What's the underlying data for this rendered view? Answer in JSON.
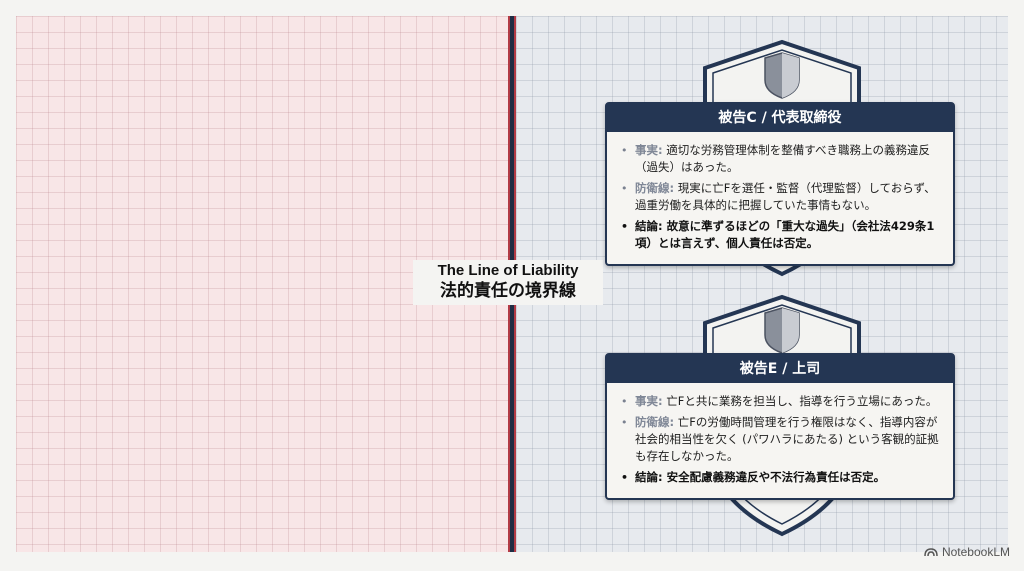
{
  "center_label": {
    "en": "The Line of Liability",
    "ja": "法的責任の境界線"
  },
  "cards": [
    {
      "title": "被告C / 代表取締役",
      "items": [
        {
          "label": "事実:",
          "text": "適切な労務管理体制を整備すべき職務上の義務違反（過失）はあった。"
        },
        {
          "label": "防衛線:",
          "text": "現実に亡Fを選任・監督（代理監督）しておらず、過重労働を具体的に把握していた事情もない。"
        },
        {
          "label": "結論:",
          "text": "故意に準ずるほどの「重大な過失」（会社法429条1項）とは言えず、個人責任は否定。"
        }
      ]
    },
    {
      "title": "被告E / 上司",
      "items": [
        {
          "label": "事実:",
          "text": "亡Fと共に業務を担当し、指導を行う立場にあった。"
        },
        {
          "label": "防衛線:",
          "text": "亡Fの労働時間管理を行う権限はなく、指導内容が社会的相当性を欠く (パワハラにあたる) という客観的証拠も存在しなかった。"
        },
        {
          "label": "結論:",
          "text": "安全配慮義務違反や不法行為責任は否定。"
        }
      ]
    }
  ],
  "icons": [
    "shield-icon",
    "notebooklm-logo-icon"
  ],
  "colors": {
    "left_panel": "#f8e6e7",
    "right_panel": "#e7eaee",
    "card_header": "#243653",
    "divider_red": "#b23a45"
  },
  "branding": "NotebookLM"
}
